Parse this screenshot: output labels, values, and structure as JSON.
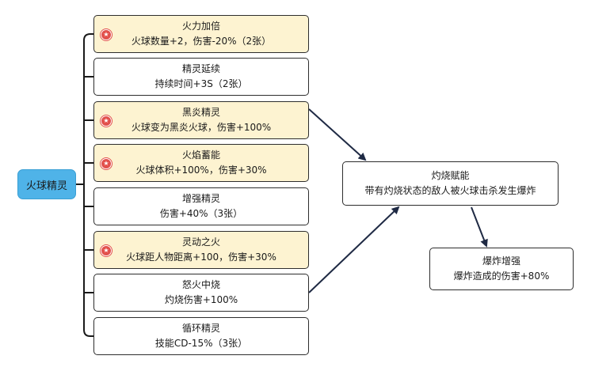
{
  "root": {
    "label": "火球精灵"
  },
  "branches": [
    {
      "title": "火力加倍",
      "desc": "火球数量+2，伤害-20%（2张）",
      "highlight": true
    },
    {
      "title": "精灵延续",
      "desc": "持续时间+3S（2张）",
      "highlight": false
    },
    {
      "title": "黑炎精灵",
      "desc": "火球变为黑炎火球，伤害+100%",
      "highlight": true
    },
    {
      "title": "火焰蓄能",
      "desc": "火球体积+100%，伤害+30%",
      "highlight": true
    },
    {
      "title": "增强精灵",
      "desc": "伤害+40%（3张）",
      "highlight": false
    },
    {
      "title": "灵动之火",
      "desc": "火球距人物距离+100，伤害+30%",
      "highlight": true
    },
    {
      "title": "怒火中烧",
      "desc": "灼烧伤害+100%",
      "highlight": false
    },
    {
      "title": "循环精灵",
      "desc": "技能CD-15%（3张）",
      "highlight": false
    }
  ],
  "combo": {
    "title": "灼烧赋能",
    "desc": "带有灼烧状态的敌人被火球击杀发生爆炸"
  },
  "result": {
    "title": "爆炸增强",
    "desc": "爆炸造成的伤害+80%"
  },
  "colors": {
    "root_fill": "#4fb3e8",
    "highlight_fill": "#fdf3d1",
    "star": "#e2504c",
    "line": "#1a1a1a",
    "arrow": "#1f2a44"
  }
}
